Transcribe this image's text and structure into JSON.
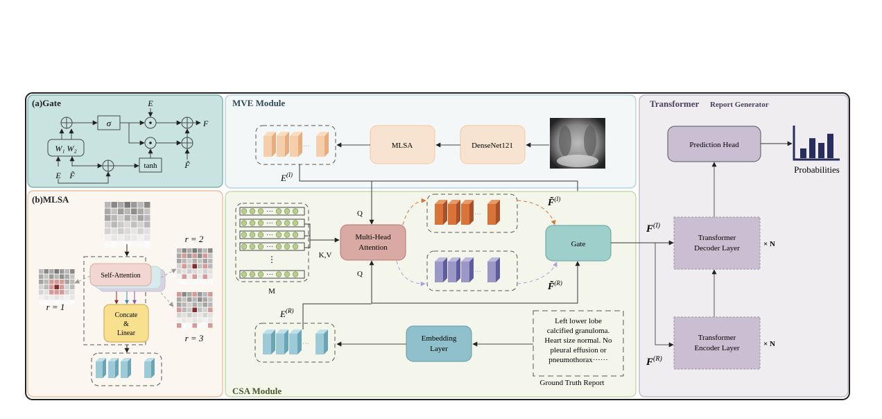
{
  "panels": {
    "gate": {
      "title": "(a)Gate",
      "nodes": {
        "sigma": "σ",
        "tanh": "tanh",
        "weights": "W₁ W₂",
        "input_e_top": "E",
        "input_e": "E",
        "input_f_tilde": "F̃",
        "input_f_tilde_right": "F̃",
        "output_f": "F"
      }
    },
    "mlsa": {
      "title": "(b)MLSA",
      "self_attention": "Self-Attention",
      "concat_line1": "Concate",
      "concat_line2": "&",
      "concat_line3": "Linear",
      "r1": "r = 1",
      "r2": "r = 2",
      "r3": "r = 3"
    },
    "mve": {
      "title": "MVE Module",
      "mlsa_box": "MLSA",
      "densenet_box": "DenseNet121",
      "embedding_label": "E",
      "embedding_sup": "(I)"
    },
    "csa": {
      "title": "CSA Module",
      "memory_label": "M",
      "kv_label": "K,V",
      "q_top": "Q",
      "q_bottom": "Q",
      "mha_line1": "Multi-Head",
      "mha_line2": "Attention",
      "gate_box": "Gate",
      "f_tilde_i": "F̃",
      "f_tilde_i_sup": "(I)",
      "f_tilde_r": "F̃",
      "f_tilde_r_sup": "(R)",
      "embedding_r": "E",
      "embedding_r_sup": "(R)",
      "embedding_layer_line1": "Embedding",
      "embedding_layer_line2": "Layer",
      "report_lines": [
        "Left lower lobe",
        "calcified granuloma.",
        "Heart size normal. No",
        "pleural effusion or",
        "pneumothorax······"
      ],
      "report_caption": "Ground Truth Report"
    },
    "transformer": {
      "title_main": "Transformer",
      "title_sub": "Report Generator",
      "prediction_head": "Prediction Head",
      "probabilities": "Probabilities",
      "decoder_line1": "Transformer",
      "decoder_line2": "Decoder Layer",
      "encoder_line1": "Transformer",
      "encoder_line2": "Encoder Layer",
      "times_n_decoder": "× N",
      "times_n_encoder": "× N",
      "f_i": "F",
      "f_i_sup": "(I)",
      "f_r": "F",
      "f_r_sup": "(R)"
    }
  },
  "colors": {
    "gate_bg": "#c9e3e0",
    "mlsa_bg": "#fcf6f0",
    "mve_bg": "#f4f7f8",
    "csa_bg": "#f4f6ec",
    "transformer_bg": "#efedf0",
    "peach": "#f7e3cf",
    "orange": "#d8733a",
    "purple_block": "#9b97c6",
    "teal_block": "#9ccad6",
    "mha": "#d9aaa4",
    "gate_box": "#9fcfcb",
    "embedding": "#8fc0cb",
    "concat": "#f8e08e",
    "self_attn": "#f2d6d2",
    "transformer_box": "#c9bed2",
    "bars": "#272d5c"
  },
  "probability_bars": [
    0.35,
    0.72,
    0.55,
    0.88
  ]
}
